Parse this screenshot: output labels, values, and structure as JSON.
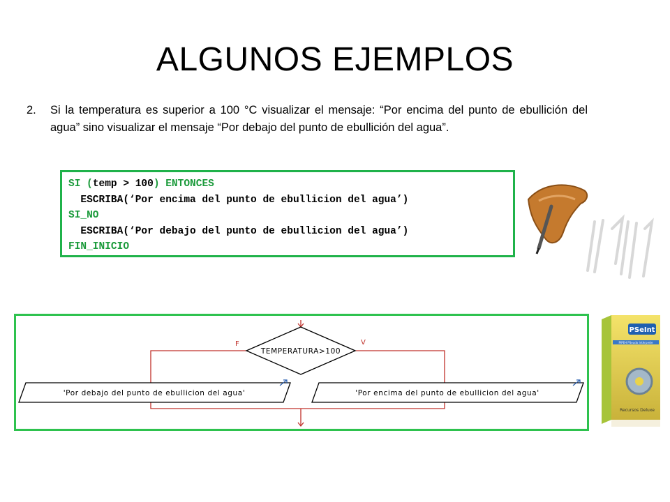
{
  "slide": {
    "title": "ALGUNOS EJEMPLOS",
    "item_number": "2.",
    "item_text": "Si la temperatura es superior a 100 °C visualizar el mensaje: “Por encima del punto de ebullición del agua” sino visualizar el mensaje “Por debajo del punto de ebullición del agua”."
  },
  "code": {
    "line1_kw1": "SI (",
    "line1_expr": "temp > 100",
    "line1_kw2": ") ENTONCES",
    "line2": "  ESCRIBA(‘Por encima del punto de ebullicion del agua’)",
    "line3": "SI_NO",
    "line4": "  ESCRIBA(‘Por debajo del punto de ebullicion del agua’)",
    "line5": "FIN_INICIO"
  },
  "flowchart": {
    "condition": "TEMPERATURA>100",
    "false_label": "F",
    "true_label": "V",
    "false_output": "'Por debajo del punto de ebullicion del agua'",
    "true_output": "'Por encima del punto de ebullicion del agua'",
    "line_color": "#c0302a"
  },
  "product_box": {
    "brand": "PSeInt",
    "subtitle": "PIPEH PSeudo Intérprete",
    "footer": "Recursos Deluxe"
  }
}
